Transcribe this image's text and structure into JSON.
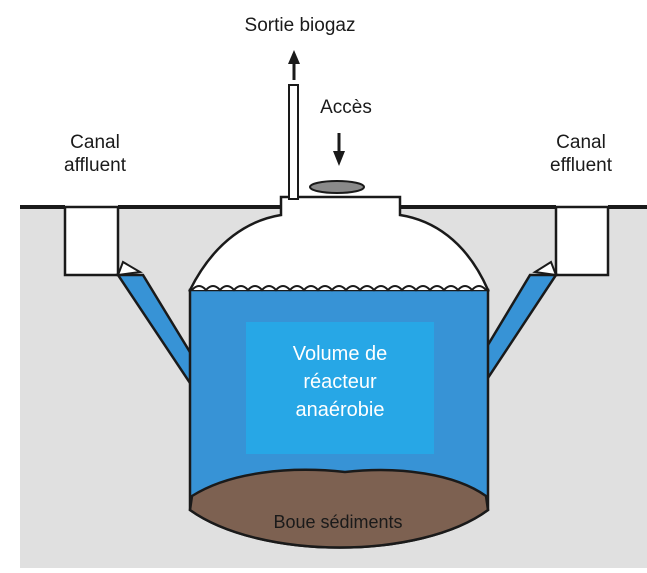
{
  "labels": {
    "biogas_outlet": "Sortie biogaz",
    "access": "Accès",
    "inlet_canal": [
      "Canal",
      "affluent"
    ],
    "outlet_canal": [
      "Canal",
      "effluent"
    ],
    "reactor_volume": [
      "Volume de",
      "réacteur",
      "anaérobie"
    ],
    "sludge": "Boue sédiments"
  },
  "colors": {
    "ground": "#e0e0e0",
    "water": "#3793d6",
    "reactor_core": "#27a7e6",
    "sludge": "#7d6151",
    "outline": "#1a1a1a",
    "access_cover": "#8a8a8a"
  },
  "icons": {
    "biogas_arrow": "arrow-up-icon",
    "access_arrow": "arrow-down-icon"
  }
}
